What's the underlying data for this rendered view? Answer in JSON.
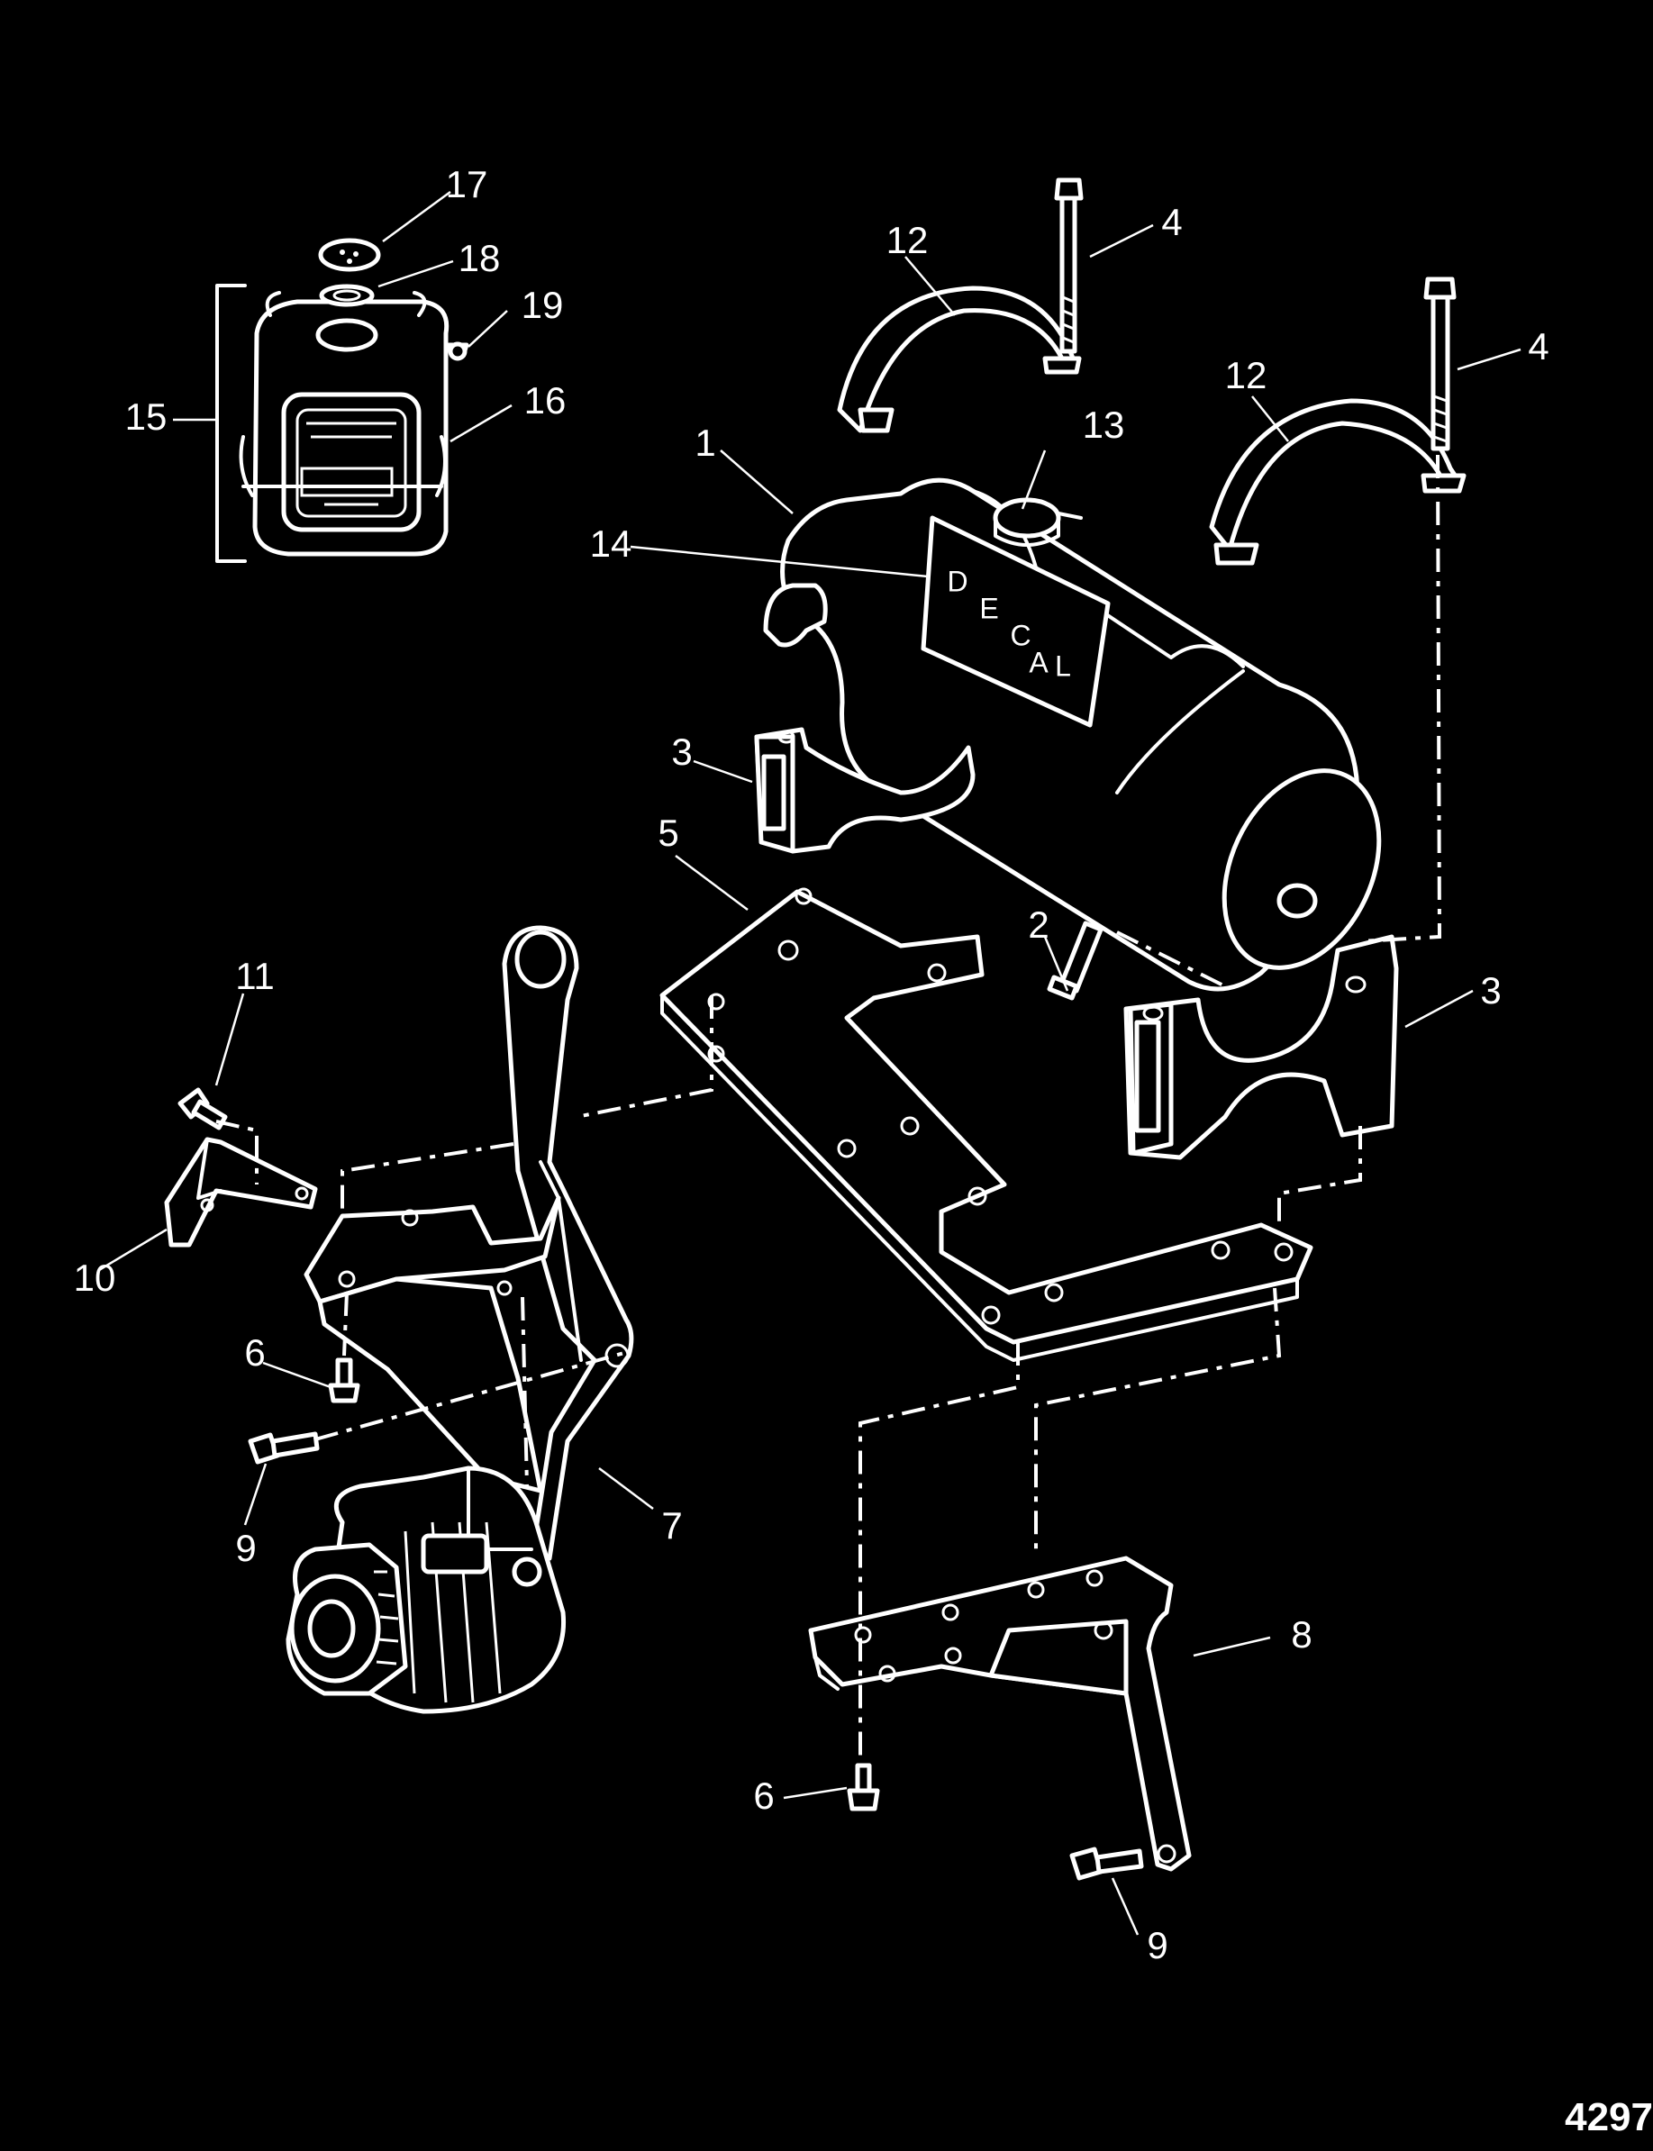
{
  "callouts": {
    "c1": "1",
    "c2": "2",
    "c3a": "3",
    "c3b": "3",
    "c4a": "4",
    "c4b": "4",
    "c5": "5",
    "c6a": "6",
    "c6b": "6",
    "c7": "7",
    "c8": "8",
    "c9a": "9",
    "c9b": "9",
    "c10": "10",
    "c11": "11",
    "c12a": "12",
    "c12b": "12",
    "c13": "13",
    "c14": "14",
    "c15": "15",
    "c16": "16",
    "c17": "17",
    "c18": "18",
    "c19": "19"
  },
  "decal_text": {
    "d": "D",
    "e": "E",
    "c": "C",
    "a": "A",
    "l": "L"
  },
  "figure_number": "4297"
}
